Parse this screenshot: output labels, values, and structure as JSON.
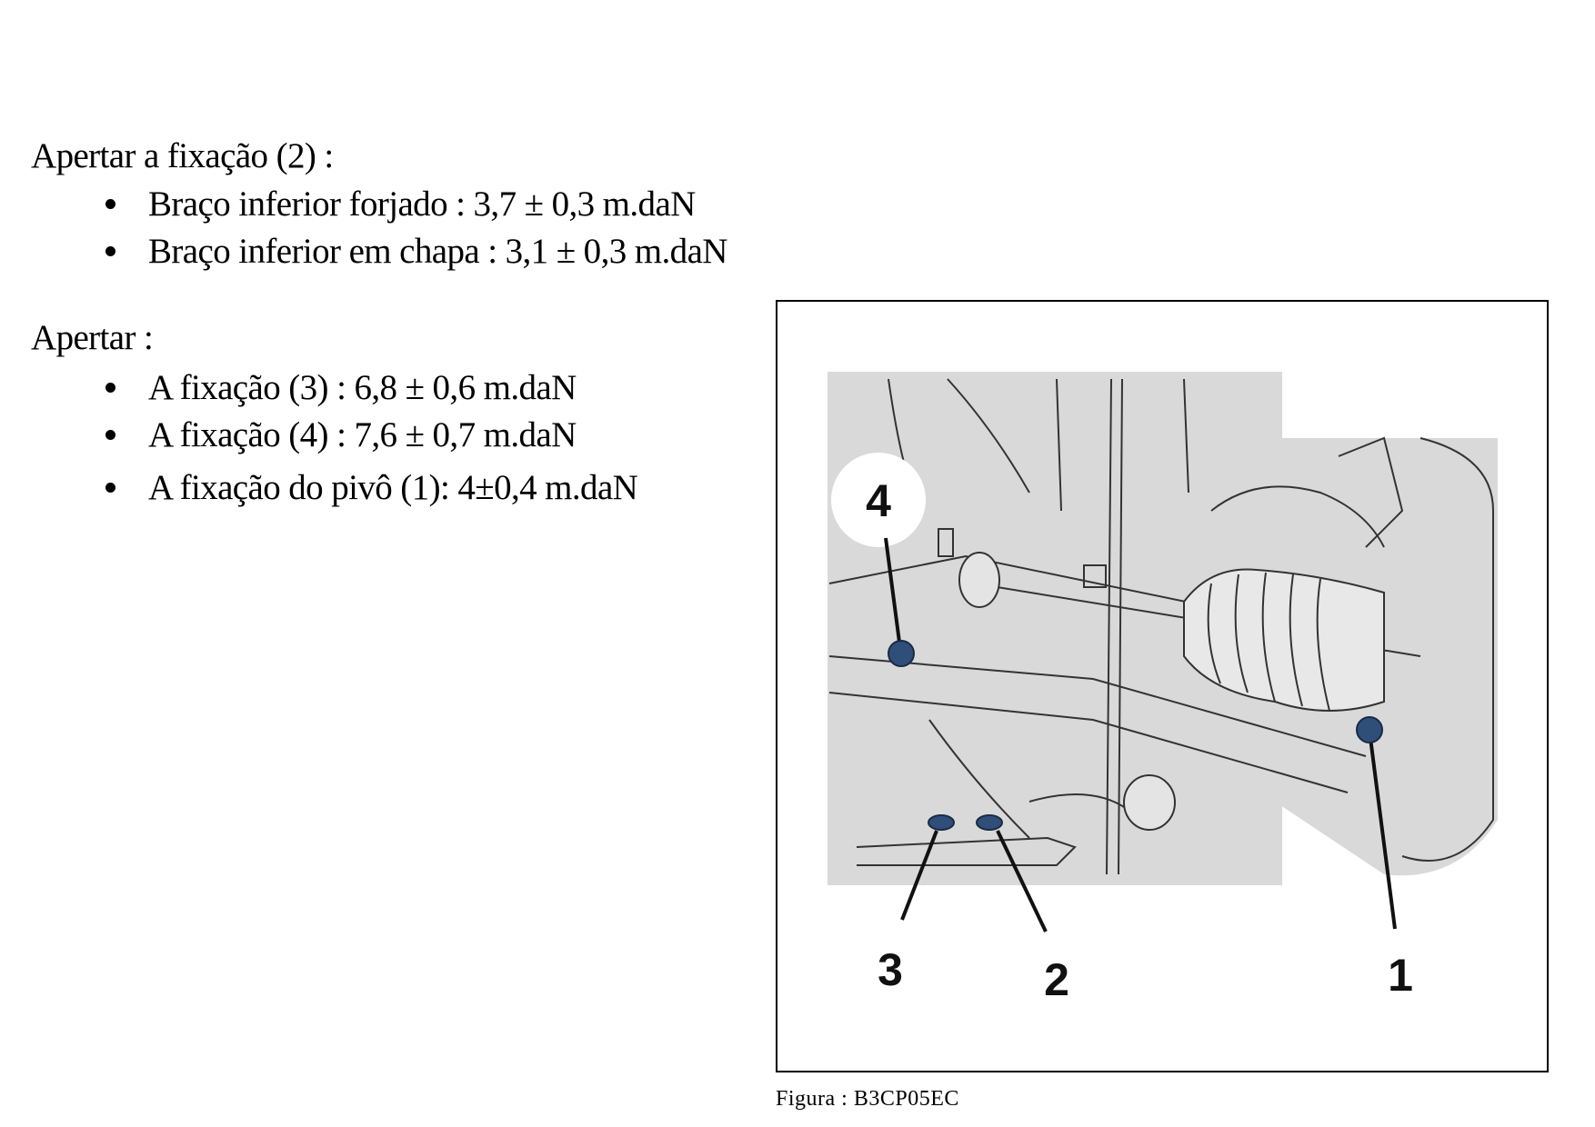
{
  "section1": {
    "heading": "Apertar a fixação (2) :",
    "items": [
      "Braço inferior forjado : 3,7 ± 0,3 m.daN",
      "Braço inferior em chapa : 3,1 ± 0,3 m.daN"
    ]
  },
  "section2": {
    "heading": "Apertar :",
    "items": [
      "A fixação (3) : 6,8 ± 0,6 m.daN",
      "A fixação (4) : 7,6 ± 0,7 m.daN",
      "A fixação do pivô (1): 4±0,4 m.daN"
    ]
  },
  "figure": {
    "callouts": [
      "1",
      "2",
      "3",
      "4"
    ],
    "caption": "Figura : B3CP05EC",
    "bolt_color": "#2f4f7a"
  }
}
